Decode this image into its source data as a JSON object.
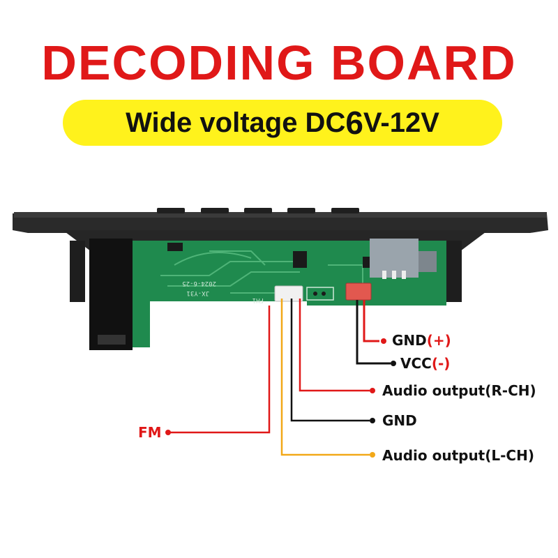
{
  "title": "DECODING BOARD",
  "subtitle": {
    "prefix": "Wide voltage DC ",
    "six": "6",
    "suffix": "V-12V"
  },
  "board_markings": {
    "model": "JX-Y31",
    "date": "2024-6-25",
    "fm": "FM1"
  },
  "labels": {
    "gnd_plus_name": "GND",
    "gnd_plus_sign": "(+)",
    "vcc_name": "VCC",
    "vcc_sign": "(-)",
    "audio_r": "Audio output(R-CH)",
    "gnd": "GND",
    "fm": "FM",
    "audio_l": "Audio output(L-CH)"
  },
  "colors": {
    "title_red": "#e01818",
    "pill_yellow": "#fff21c",
    "wire_red": "#e01818",
    "wire_black": "#111111",
    "wire_yellow": "#f2a818",
    "pcb_green": "#1f8a4e"
  }
}
